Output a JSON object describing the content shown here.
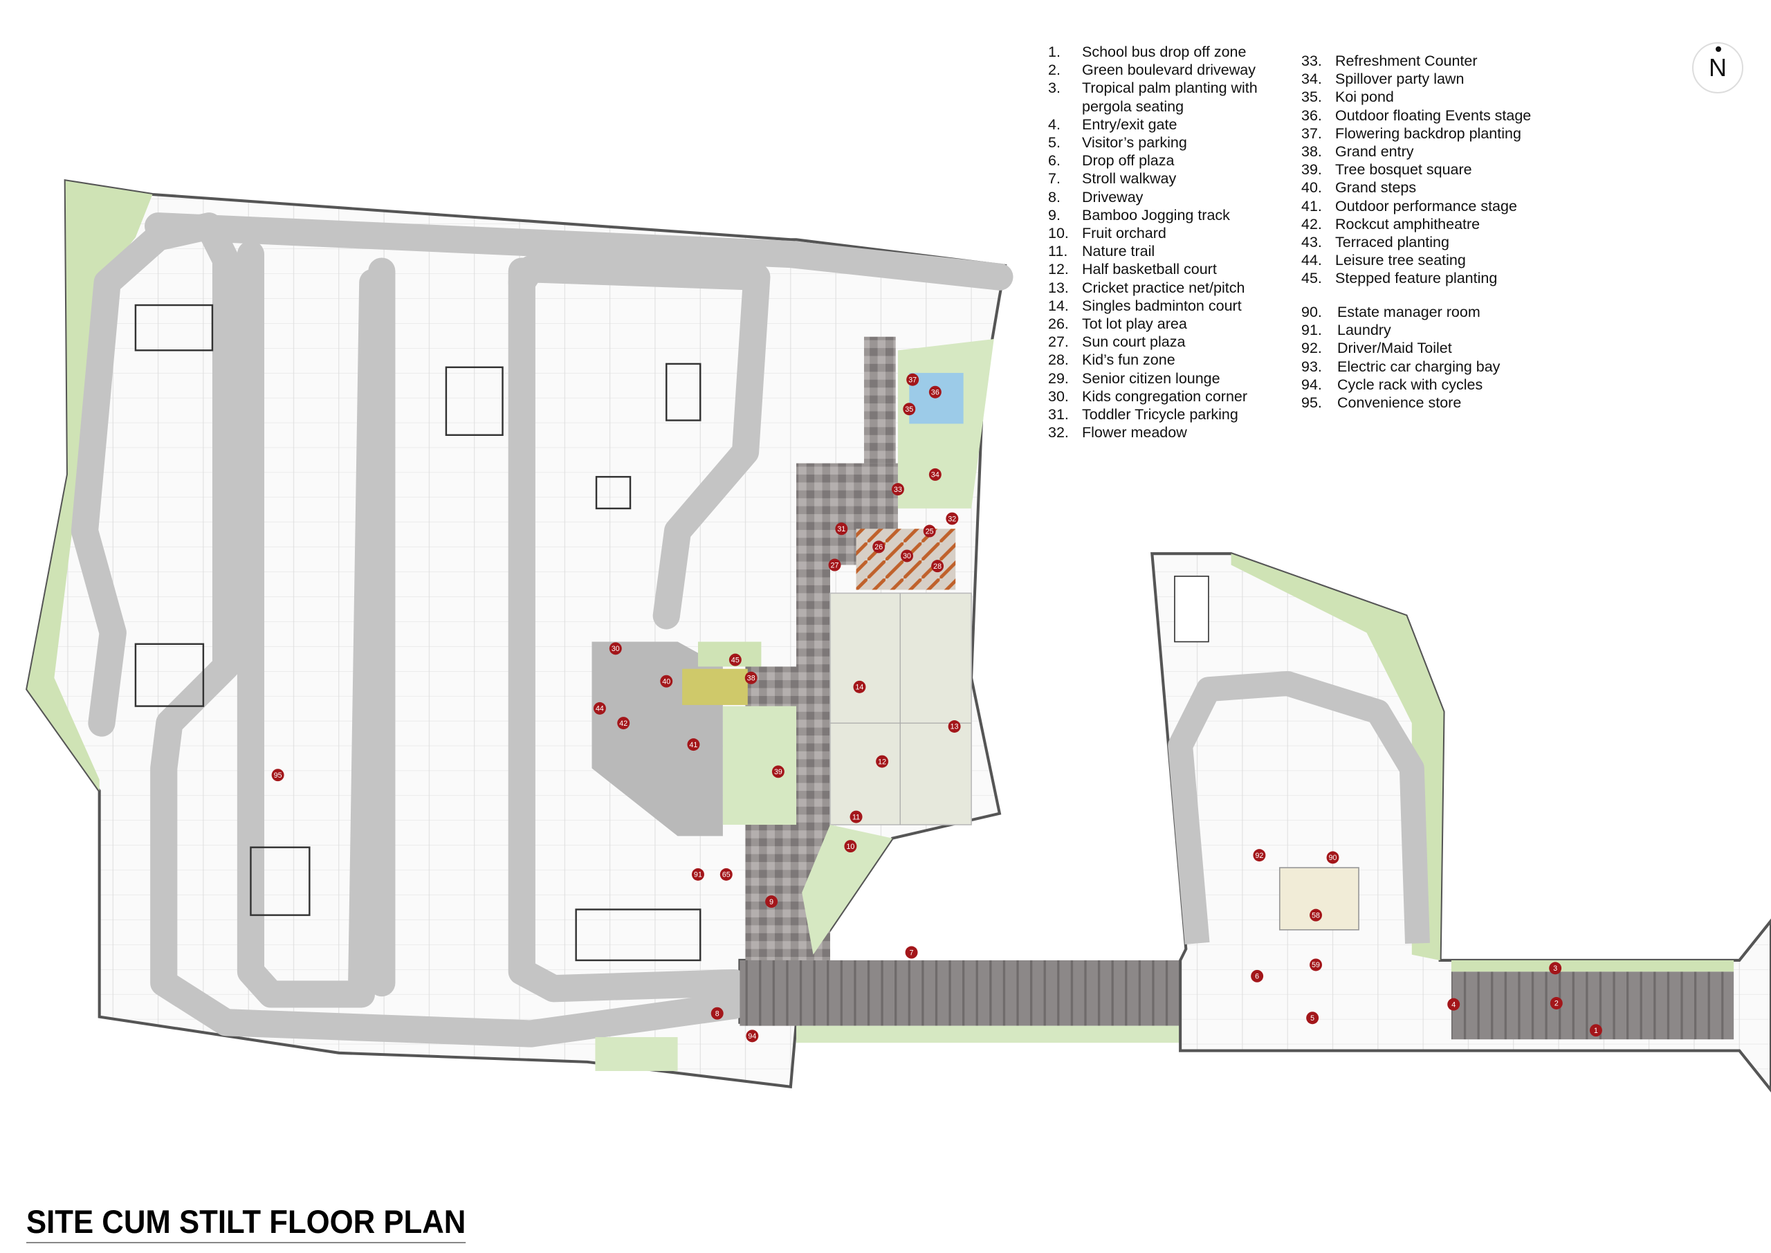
{
  "title": "SITE CUM STILT FLOOR PLAN",
  "north_label": "N",
  "colors": {
    "marker": "#a3161a",
    "road": "#c9c9c9",
    "green": "#cfe3b5",
    "outline": "#555555",
    "paving": "#8a8685"
  },
  "legend": {
    "col1": [
      {
        "n": "1.",
        "t": "School bus drop off zone"
      },
      {
        "n": "2.",
        "t": "Green boulevard driveway"
      },
      {
        "n": "3.",
        "t": "Tropical palm planting with"
      },
      {
        "n": "",
        "t": "pergola seating"
      },
      {
        "n": "4.",
        "t": "Entry/exit gate"
      },
      {
        "n": "5.",
        "t": "Visitor’s parking"
      },
      {
        "n": "6.",
        "t": "Drop off plaza"
      },
      {
        "n": "7.",
        "t": "Stroll walkway"
      },
      {
        "n": "8.",
        "t": "Driveway"
      },
      {
        "n": "9.",
        "t": "Bamboo Jogging track"
      },
      {
        "n": "10.",
        "t": "Fruit orchard"
      },
      {
        "n": "11.",
        "t": "Nature trail"
      },
      {
        "n": "12.",
        "t": "Half basketball court"
      },
      {
        "n": "13.",
        "t": "Cricket practice net/pitch"
      },
      {
        "n": "14.",
        "t": "Singles badminton court"
      },
      {
        "n": "26.",
        "t": "Tot lot play area"
      },
      {
        "n": "27.",
        "t": "Sun court plaza"
      },
      {
        "n": "28.",
        "t": "Kid’s fun zone"
      },
      {
        "n": "29.",
        "t": "Senior citizen lounge"
      },
      {
        "n": "30.",
        "t": "Kids congregation corner"
      },
      {
        "n": "31.",
        "t": "Toddler Tricycle parking"
      },
      {
        "n": "32.",
        "t": "Flower meadow"
      }
    ],
    "col2": [
      {
        "n": "33.",
        "t": "Refreshment Counter"
      },
      {
        "n": "34.",
        "t": "Spillover party lawn"
      },
      {
        "n": "35.",
        "t": "Koi pond"
      },
      {
        "n": "36.",
        "t": "Outdoor floating Events stage"
      },
      {
        "n": "37.",
        "t": "Flowering backdrop planting"
      },
      {
        "n": "38.",
        "t": "Grand entry"
      },
      {
        "n": "39.",
        "t": "Tree bosquet square"
      },
      {
        "n": "40.",
        "t": "Grand steps"
      },
      {
        "n": "41.",
        "t": "Outdoor performance stage"
      },
      {
        "n": "42.",
        "t": "Rockcut amphitheatre"
      },
      {
        "n": "43.",
        "t": "Terraced planting"
      },
      {
        "n": "44.",
        "t": "Leisure tree seating"
      },
      {
        "n": "45.",
        "t": "Stepped feature planting"
      }
    ],
    "col3": [
      {
        "n": "90.",
        "t": "Estate manager room"
      },
      {
        "n": "91.",
        "t": "Laundry"
      },
      {
        "n": "92.",
        "t": "Driver/Maid Toilet"
      },
      {
        "n": "93.",
        "t": "Electric car charging bay"
      },
      {
        "n": "94.",
        "t": "Cycle rack with cycles"
      },
      {
        "n": "95.",
        "t": "Convenience store"
      }
    ]
  },
  "markers": [
    "37",
    "36",
    "35",
    "34",
    "33",
    "32",
    "31",
    "25",
    "26",
    "30",
    "27",
    "28",
    "14",
    "13",
    "12",
    "11",
    "10",
    "30",
    "45",
    "38",
    "40",
    "44",
    "42",
    "41",
    "39",
    "95",
    "91",
    "65",
    "9",
    "7",
    "8",
    "94",
    "92",
    "90",
    "58",
    "59",
    "6",
    "5",
    "3",
    "4",
    "2",
    "1"
  ]
}
